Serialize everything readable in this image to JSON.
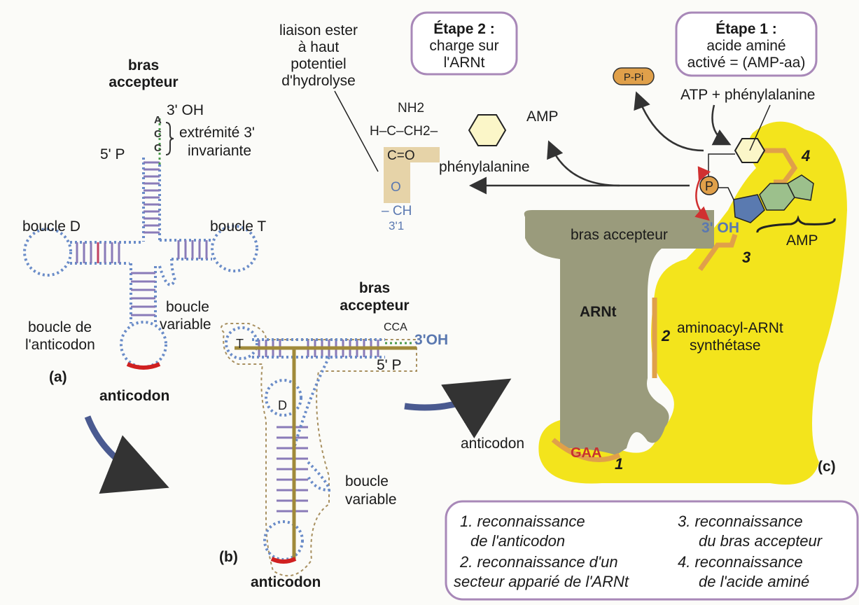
{
  "panel_a": {
    "label": "(a)",
    "bras_accepteur": [
      "bras",
      "accepteur"
    ],
    "oh3": "3' OH",
    "p5": "5' P",
    "acc": [
      "A",
      "C",
      "C"
    ],
    "extremite": [
      "extrémité 3'",
      "invariante"
    ],
    "boucle_d": "boucle D",
    "boucle_t": "boucle T",
    "boucle_variable": [
      "boucle",
      "variable"
    ],
    "boucle_anticodon": [
      "boucle de",
      "l'anticodon"
    ],
    "anticodon": "anticodon"
  },
  "panel_b": {
    "label": "(b)",
    "bras_accepteur": [
      "bras",
      "accepteur"
    ],
    "cca": "CCA",
    "oh3": "3'OH",
    "p5": "5' P",
    "t": "T",
    "d": "D",
    "boucle_variable": [
      "boucle",
      "variable"
    ],
    "anticodon": "anticodon"
  },
  "panel_c": {
    "label": "(c)",
    "etape1": {
      "title": "Étape 1 :",
      "lines": [
        "acide aminé",
        "activé = (AMP-aa)"
      ]
    },
    "etape2": {
      "title": "Étape 2 :",
      "lines": [
        "charge sur",
        "l'ARNt"
      ]
    },
    "liaison": [
      "liaison ester",
      "à haut",
      "potentiel",
      "d'hydrolyse"
    ],
    "ppi": "P-Pi",
    "atp": "ATP + phénylalanine",
    "amp_top": "AMP",
    "phenylalanine": "phénylalanine",
    "chem": {
      "nh2": "NH2",
      "hc": "H–C–CH2–",
      "co": "C=O",
      "o": "O",
      "ch": "– CH",
      "c3": "3'1"
    },
    "p": "P",
    "bras_accepteur": "bras accepteur",
    "oh3": "3' OH",
    "amp": "AMP",
    "arnt": "ARNt",
    "synthetase": [
      "aminoacyl-ARNt",
      "synthétase"
    ],
    "anticodon": "anticodon",
    "gaa": "GAA",
    "sites": [
      "1",
      "2",
      "3",
      "4"
    ]
  },
  "legend": {
    "items": [
      [
        "1. reconnaissance",
        "de l'anticodon"
      ],
      [
        "2. reconnaissance d'un",
        "secteur apparié de l'ARNt"
      ],
      [
        "3. reconnaissance",
        "du bras accepteur"
      ],
      [
        "4. reconnaissance",
        "de l'acide aminé"
      ]
    ]
  },
  "colors": {
    "enzyme": "#f3e41c",
    "trna": "#9a9b7c",
    "box_border": "#a888b8",
    "site": "#e0a04a",
    "anticodon": "#d02020"
  }
}
